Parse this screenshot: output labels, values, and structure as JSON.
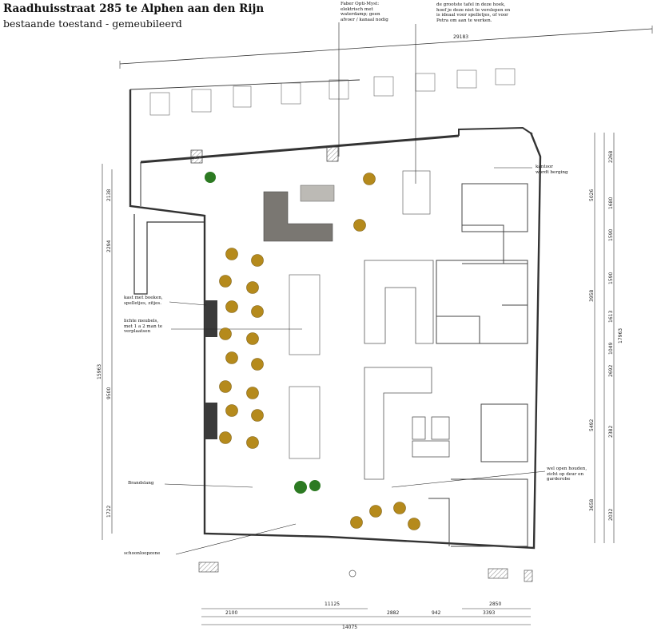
{
  "header": {
    "title": "Raadhuisstraat 285 te Alphen aan den Rijn",
    "subtitle": "bestaande toestand - gemeubileerd"
  },
  "annotations": {
    "faber": [
      "Faber Opti-Myst:",
      "elektrisch met",
      "waterdamp; geen",
      "afvoer / kanaal nodig"
    ],
    "table": [
      "de grootste tafel in deze hoek,",
      "hoef je deze niet te verslepen en",
      "is ideaal voor spelletjes, of voor",
      "Petra om aan te werken."
    ],
    "kantoor": [
      "kantoor",
      "wordt berging"
    ],
    "kast": [
      "kast met boeken,",
      "spelletjes, zitjes."
    ],
    "meubels": [
      "lichte meubels,",
      "met 1 a 2 man te",
      "verplaatsen"
    ],
    "brandslang": [
      "Brandslang"
    ],
    "schoonloop": [
      "schoonloopzone"
    ],
    "wel_open": [
      "wel open houden,",
      "zicht op deur en",
      "garderobe"
    ]
  },
  "dimensions": {
    "top_width": "29183",
    "bottom": [
      "11125",
      "2850",
      "2100",
      "2882",
      "942",
      "3393",
      "14075"
    ],
    "left": [
      "2138",
      "2294",
      "9500",
      "1722",
      "15963"
    ],
    "right": [
      "2268",
      "1680",
      "5026",
      "1590",
      "1590",
      "1613",
      "3958",
      "1049",
      "2692",
      "2382",
      "5492",
      "2032",
      "3658",
      "17963"
    ]
  },
  "colors": {
    "chair": "#b58a1c",
    "chair_edge": "#7a5c10",
    "sofa": "#7a7772",
    "plant": "#2c7a22",
    "wall": "#333333",
    "hatch": "#888888"
  }
}
